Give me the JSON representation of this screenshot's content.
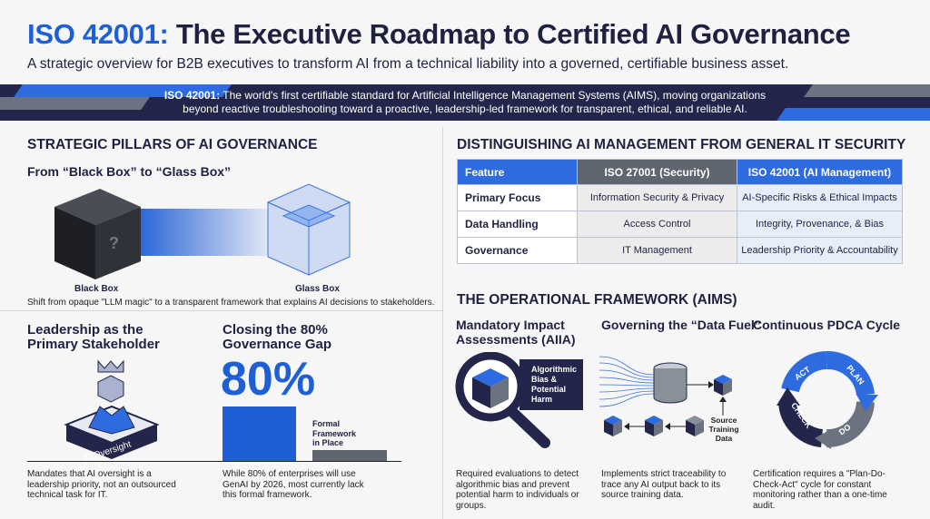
{
  "title": {
    "highlight": "ISO 42001:",
    "rest": " The Executive Roadmap to Certified AI Governance"
  },
  "subtitle": "A strategic overview for B2B executives to transform AI from a technical liability into a governed, certifiable business asset.",
  "banner": {
    "bold": "ISO 42001:",
    "line1": " The world's first certifiable standard for Artificial Intelligence Management Systems (AIMS), moving organizations",
    "line2": "beyond reactive troubleshooting toward a proactive, leadership-led framework for transparent, ethical, and reliable AI."
  },
  "colors": {
    "accent": "#1f5fd6",
    "navy": "#23264a",
    "gray": "#5f6670"
  },
  "pillars": {
    "heading": "STRATEGIC PILLARS OF AI GOVERNANCE",
    "blackbox": {
      "title": "From “Black Box” to “Glass Box”",
      "left_label": "Black Box",
      "right_label": "Glass Box",
      "mark": "?",
      "caption": "Shift from opaque \"LLM magic\" to a transparent framework that explains AI decisions to stakeholders."
    },
    "leadership": {
      "title1": "Leadership as the",
      "title2": "Primary Stakeholder",
      "platform_label": "AI Oversight",
      "caption": "Mandates that AI oversight is a leadership priority, not an outsourced technical task for IT."
    },
    "gap": {
      "title1": "Closing the 80%",
      "title2": "Governance Gap",
      "big": "80%",
      "bar_label1": "Formal",
      "bar_label2": "Framework",
      "bar_label3": "in Place",
      "caption": "While 80% of enterprises will use GenAI by 2026, most currently lack this formal framework."
    }
  },
  "comparison": {
    "heading": "DISTINGUISHING AI MANAGEMENT FROM GENERAL IT SECURITY",
    "headers": [
      "Feature",
      "ISO 27001 (Security)",
      "ISO 42001 (AI Management)"
    ],
    "rows": [
      [
        "Primary Focus",
        "Information Security & Privacy",
        "AI-Specific Risks & Ethical Impacts"
      ],
      [
        "Data Handling",
        "Access Control",
        "Integrity, Provenance, & Bias"
      ],
      [
        "Governance",
        "IT Management",
        "Leadership Priority & Accountability"
      ]
    ]
  },
  "framework": {
    "heading": "THE OPERATIONAL FRAMEWORK (AIMS)",
    "aiia": {
      "title1": "Mandatory Impact",
      "title2": "Assessments (AIIA)",
      "label1": "Algorithmic",
      "label2": "Bias &",
      "label3": "Potential",
      "label4": "Harm",
      "caption": "Required evaluations to detect algorithmic bias and prevent potential harm to individuals or groups."
    },
    "data": {
      "title": "Governing the “Data Fuel”",
      "label1": "Source",
      "label2": "Training",
      "label3": "Data",
      "caption": "Implements strict traceability to trace any AI output back to its source training data."
    },
    "pdca": {
      "title": "Continuous PDCA Cycle",
      "plan": "PLAN",
      "do": "DO",
      "check": "CHECK",
      "act": "ACT",
      "caption": "Certification requires a \"Plan-Do-Check-Act\" cycle for constant monitoring rather than a one-time audit."
    }
  }
}
